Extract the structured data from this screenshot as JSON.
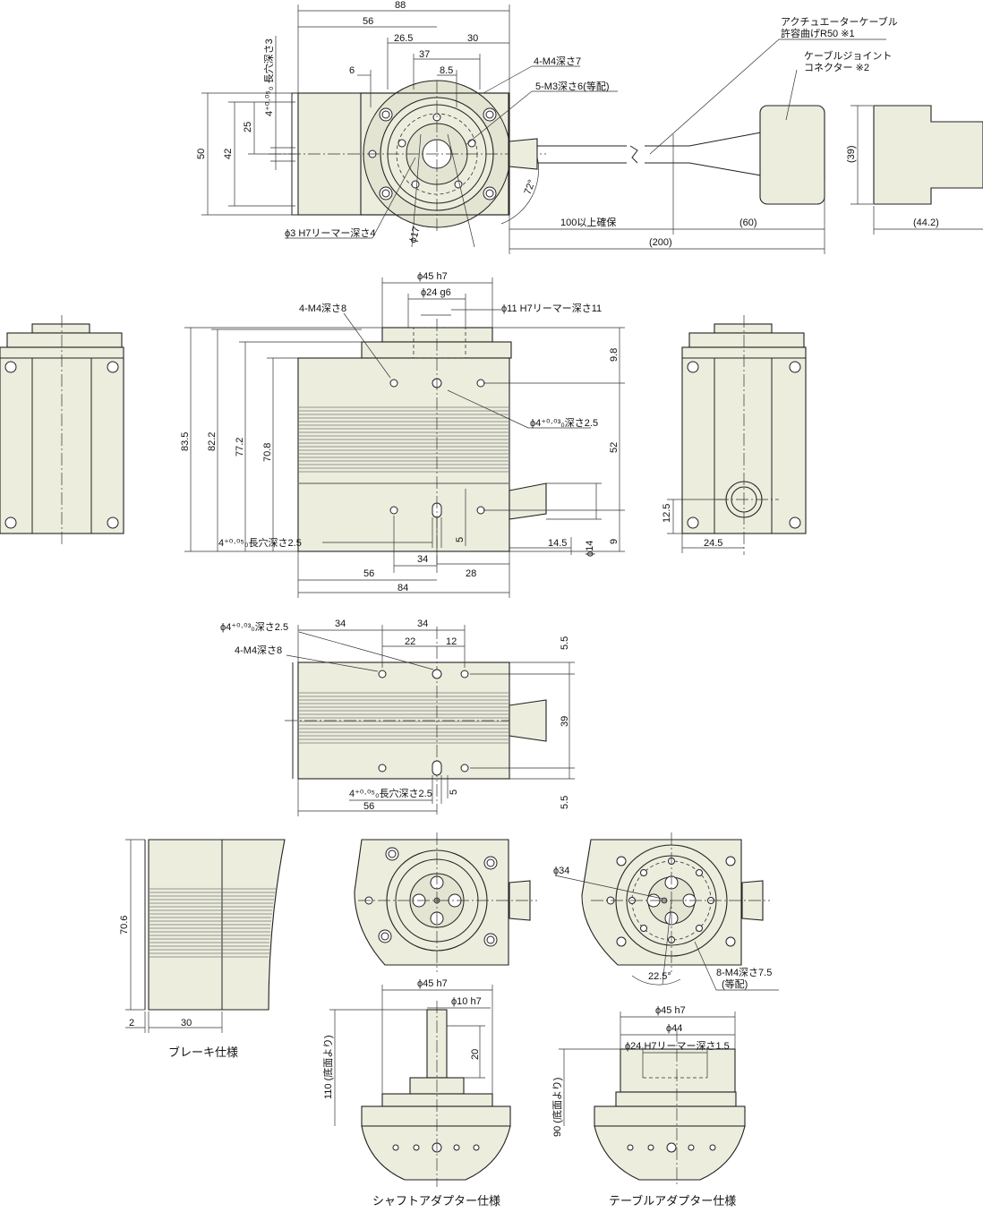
{
  "top_view": {
    "dims": {
      "w88": "88",
      "w56": "56",
      "w26_5": "26.5",
      "w30": "30",
      "w37": "37",
      "w8_5": "8.5",
      "w6": "6",
      "h50": "50",
      "h42": "42",
      "h25": "25",
      "d100": "100以上確保",
      "d200": "(200)",
      "d60": "(60)",
      "d39": "(39)",
      "d44_2": "(44.2)",
      "phi17": "ϕ17",
      "angle72": "72°"
    },
    "notes": {
      "m4_depth7": "4-M4深さ7",
      "m3_depth6": "5-M3深さ6(等配)",
      "reamer3": "ϕ3 H7リーマー深さ4",
      "slot_v": "4⁺⁰·⁰⁵₀ 長穴深さ3",
      "cable_line1": "アクチュエーターケーブル",
      "cable_line2": "許容曲げR50 ※1",
      "joint_line1": "ケーブルジョイント",
      "joint_line2": "コネクター ※2"
    }
  },
  "front_view": {
    "dims": {
      "phi45": "ϕ45 h7",
      "phi24": "ϕ24 g6",
      "phi11": "ϕ11 H7リーマー深さ11",
      "m4_depth8": "4-M4深さ8",
      "h83_5": "83.5",
      "h82_2": "82.2",
      "h77_2": "77.2",
      "h70_8": "70.8",
      "v9_8": "9.8",
      "v52": "52",
      "v9": "9",
      "v5": "5",
      "phi4_hole": "ϕ4⁺⁰·⁰³₀深さ2.5",
      "w34": "34",
      "w28": "28",
      "w56": "56",
      "w84": "84",
      "w14_5": "14.5",
      "phi14": "ϕ14",
      "slot": "4⁺⁰·⁰⁵₀長穴深さ2.5"
    }
  },
  "right_view": {
    "dims": {
      "v12_5": "12.5",
      "w24_5": "24.5"
    }
  },
  "bottom_view": {
    "dims": {
      "phi4_hole": "ϕ4⁺⁰·⁰³₀深さ2.5",
      "m4_depth8": "4-M4深さ8",
      "w34a": "34",
      "w34b": "34",
      "w22": "22",
      "w12": "12",
      "v5_5a": "5.5",
      "v39": "39",
      "v5_5b": "5.5",
      "v5": "5",
      "slot": "4⁺⁰·⁰⁵₀長穴深さ2.5",
      "w56": "56"
    }
  },
  "brake": {
    "caption": "ブレーキ仕様",
    "dims": {
      "h70_6": "70.6",
      "w2": "2",
      "w30": "30"
    }
  },
  "table_top": {
    "dims": {
      "phi34": "ϕ34",
      "angle": "22.5°",
      "m4": "8-M4深さ7.5",
      "m4b": "(等配)"
    }
  },
  "shaft_adapter": {
    "caption": "シャフトアダプター仕様",
    "dims": {
      "phi45": "ϕ45 h7",
      "phi10": "ϕ10 h7",
      "v20": "20",
      "h110": "110 (底面より)"
    }
  },
  "table_adapter": {
    "caption": "テーブルアダプター仕様",
    "dims": {
      "phi45": "ϕ45 h7",
      "phi44": "ϕ44",
      "phi24": "ϕ24 H7リーマー深さ1.5",
      "h90": "90 (底面より)"
    }
  }
}
